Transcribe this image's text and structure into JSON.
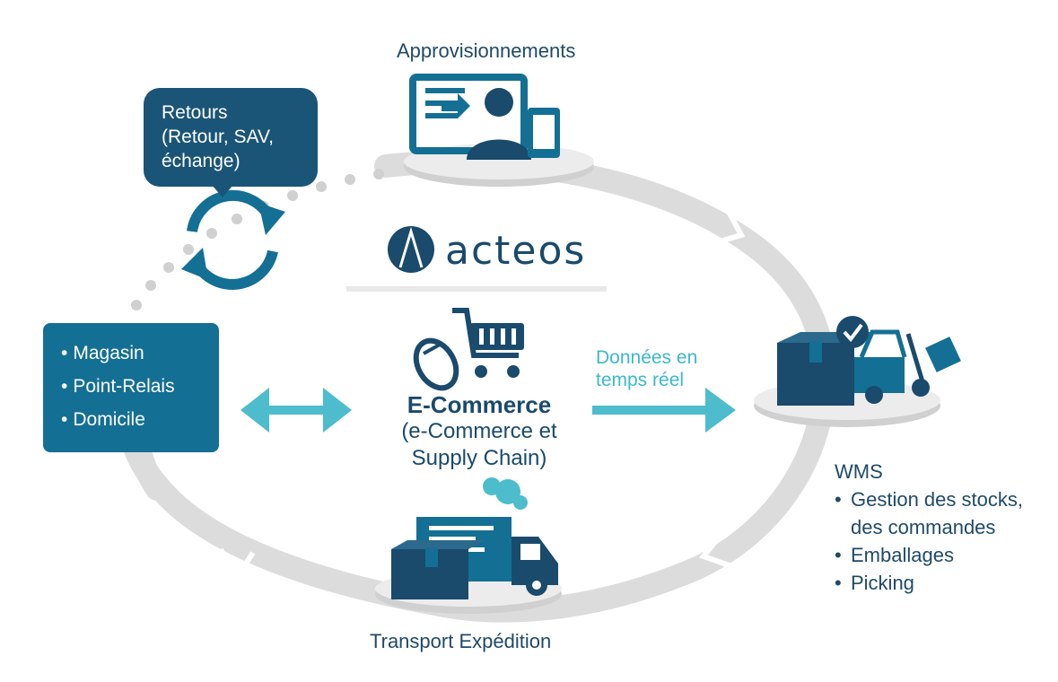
{
  "diagram": {
    "approvisionnements": "Approvisionnements",
    "retours": {
      "line1": "Retours",
      "line2": "(Retour, SAV,",
      "line3": "échange)"
    },
    "brand": "acteos",
    "locations": [
      "Magasin",
      "Point-Relais",
      "Domicile"
    ],
    "ecommerce": {
      "title": "E-Commerce",
      "line2": "(e-Commerce et",
      "line3": "Supply Chain)"
    },
    "realtime": {
      "line1": "Données en",
      "line2": "temps réel"
    },
    "wms": {
      "title": "WMS",
      "item1_a": "Gestion des stocks,",
      "item1_b": "des commandes",
      "item2": "Emballages",
      "item3": "Picking"
    },
    "transport": "Transport Expédition"
  },
  "colors": {
    "navy": "#1a4a6c",
    "teal": "#146f94",
    "cyan": "#3db8cc",
    "ring": "#d9d9d9"
  }
}
